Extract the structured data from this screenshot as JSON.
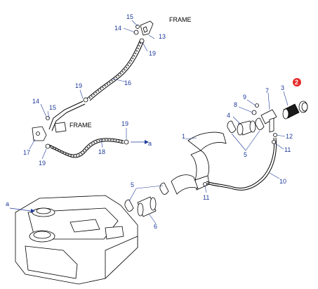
{
  "colors": {
    "callout_text": "#1f3a9a",
    "highlight_badge": "#e52b2b",
    "line": "#000000",
    "background": "#ffffff"
  },
  "frame_labels": {
    "upper": "FRAME",
    "lower": "FRAME"
  },
  "callouts": {
    "c1": "1",
    "c2": "2",
    "c3": "3",
    "c4": "4",
    "c5a": "5",
    "c5b": "5",
    "c6": "6",
    "c7": "7",
    "c8": "8",
    "c9": "9",
    "c10": "10",
    "c11a": "11",
    "c11b": "11",
    "c12": "12",
    "c13": "13",
    "c14a": "14",
    "c14b": "14",
    "c15a": "15",
    "c15b": "15",
    "c16": "16",
    "c17": "17",
    "c18": "18",
    "c19a": "19",
    "c19b": "19",
    "c19c": "19",
    "c19d": "19"
  },
  "connectors": {
    "a_left": "a",
    "a_right": "a"
  },
  "highlighted_part": "2"
}
